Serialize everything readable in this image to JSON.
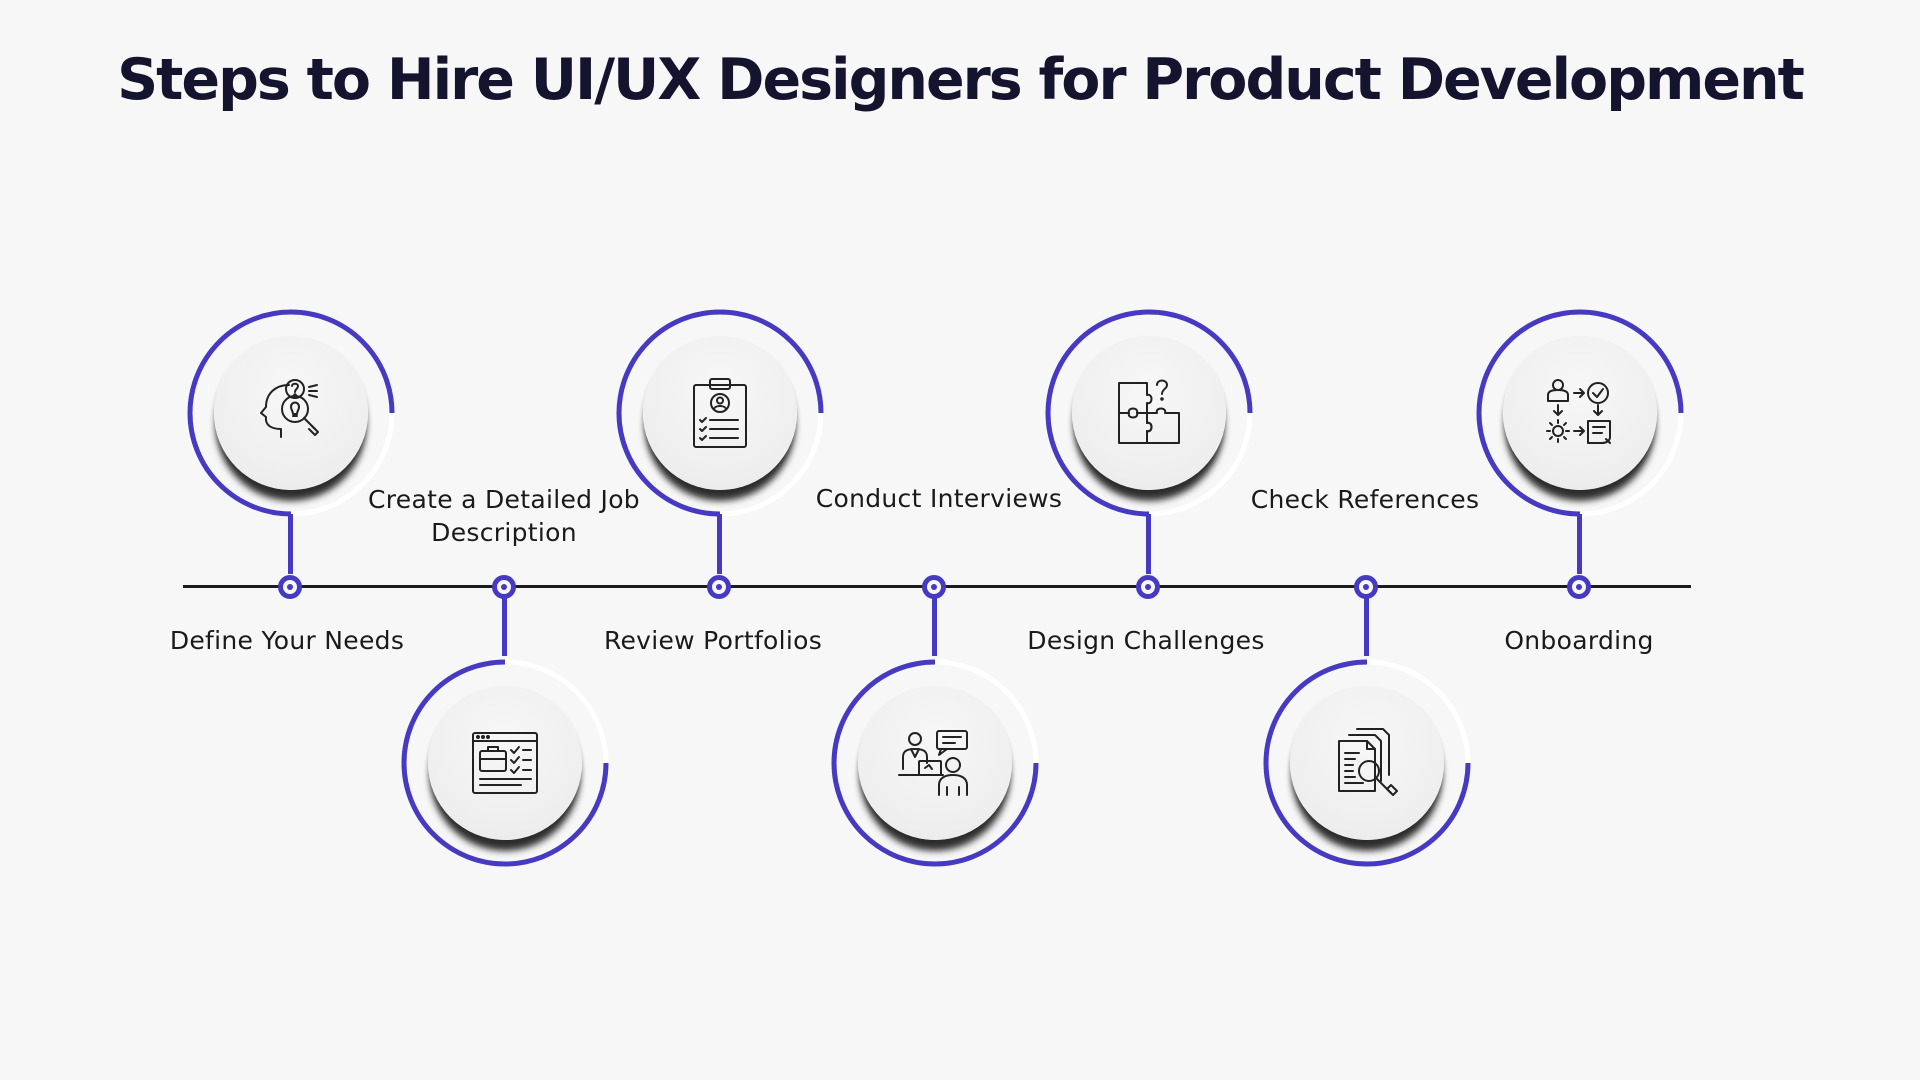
{
  "title": "Steps to Hire UI/UX Designers for Product Development",
  "accent_color": "#4639c2",
  "steps": [
    {
      "label": "Define Your Needs",
      "icon": "idea-head-search-icon"
    },
    {
      "label": "Create a Detailed Job Description",
      "icon": "job-description-briefcase-icon"
    },
    {
      "label": "Review Portfolios",
      "icon": "clipboard-profile-icon"
    },
    {
      "label": "Conduct Interviews",
      "icon": "interview-people-icon"
    },
    {
      "label": "Design Challenges",
      "icon": "puzzle-question-icon"
    },
    {
      "label": "Check References",
      "icon": "documents-search-icon"
    },
    {
      "label": "Onboarding",
      "icon": "onboarding-process-icon"
    }
  ]
}
